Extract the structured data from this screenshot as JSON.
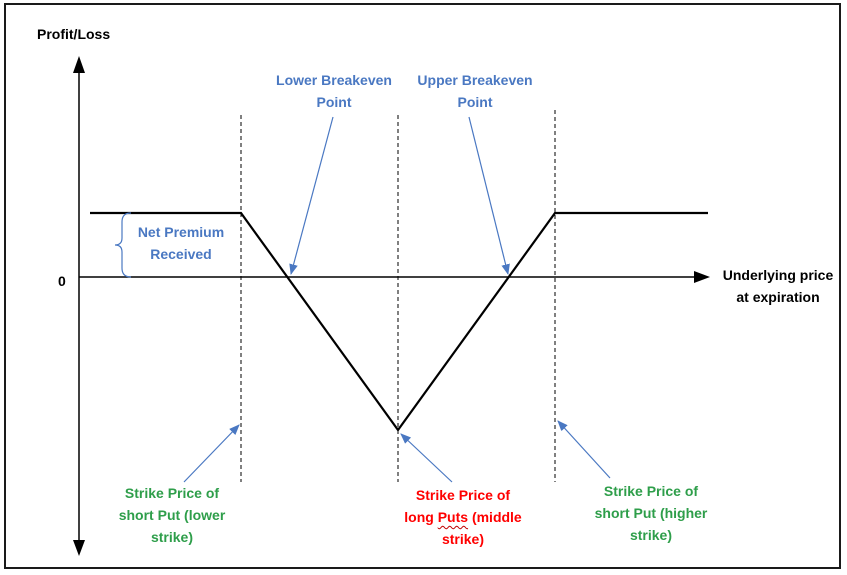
{
  "axes": {
    "y_label": "Profit/Loss",
    "zero_label": "0",
    "x_label_line1": "Underlying price",
    "x_label_line2": "at expiration"
  },
  "annotations": {
    "lower_breakeven": {
      "line1": "Lower Breakeven",
      "line2": "Point"
    },
    "upper_breakeven": {
      "line1": "Upper Breakeven",
      "line2": "Point"
    },
    "net_premium": {
      "line1": "Net Premium",
      "line2": "Received"
    },
    "strike_lower": {
      "line1": "Strike Price of",
      "line2": "short Put (lower",
      "line3": "strike)"
    },
    "strike_middle": {
      "line1": "Strike Price of",
      "line2_word1": "long",
      "line2_word2": "Puts",
      "line2_rest": "(middle",
      "line3": "strike)"
    },
    "strike_higher": {
      "line1": "Strike Price of",
      "line2": "short Put (higher",
      "line3": "strike)"
    }
  },
  "colors": {
    "breakeven_text": "#4a78c2",
    "short_put_text": "#2e9e4a",
    "long_put_text": "#ff0000",
    "payoff_line": "#000000"
  }
}
